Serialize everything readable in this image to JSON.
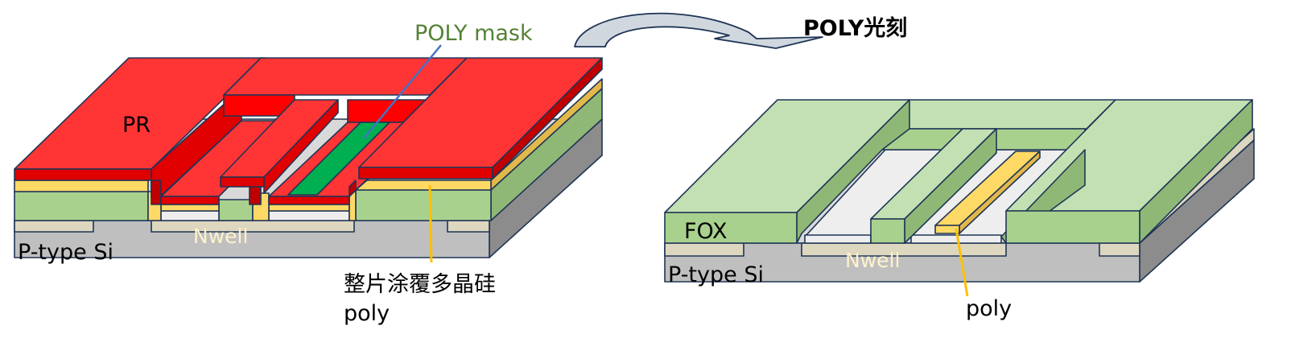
{
  "colors": {
    "pr_top": "#ff3535",
    "pr_side": "#e00000",
    "pr_dark": "#c00000",
    "poly_mask": "#00b050",
    "poly_yellow": "#ffd966",
    "poly_yellow_side": "#e2b84a",
    "fox_top": "#c3e0b3",
    "fox_front": "#a9d18e",
    "fox_side": "#8fb876",
    "oxide_white": "#eeeeee",
    "nwell": "#ddd7c0",
    "substrate_front": "#bfbfbf",
    "substrate_side": "#8c8c8c",
    "outline": "#1f3556",
    "leader_yellow": "#ffc000",
    "leader_blue": "#4472c4",
    "mask_label": "#548235",
    "nwell_label": "#fff2cc",
    "arrow_fill": "#d0d7de",
    "arrow_stroke": "#1f3556"
  },
  "left_diagram": {
    "pr_label": "PR",
    "mask_label": "POLY mask",
    "nwell_label": "Nwell",
    "substrate_label": "P-type Si",
    "poly_caption_line1": "整片涂覆多晶硅",
    "poly_caption_line2": "poly"
  },
  "process_step": {
    "label": "POLY光刻",
    "arrow_icon": "curved-arrow-icon"
  },
  "right_diagram": {
    "fox_label": "FOX",
    "nwell_label": "Nwell",
    "substrate_label": "P-type Si",
    "poly_label": "poly"
  }
}
